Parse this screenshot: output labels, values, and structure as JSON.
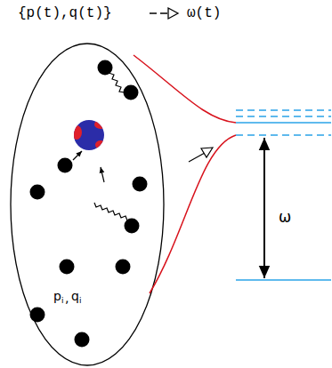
{
  "diagram": {
    "labels": [
      "{p(t),q(t)}",
      "ω(t)",
      "ω",
      "p",
      "i",
      ",",
      "q",
      "i"
    ]
  }
}
